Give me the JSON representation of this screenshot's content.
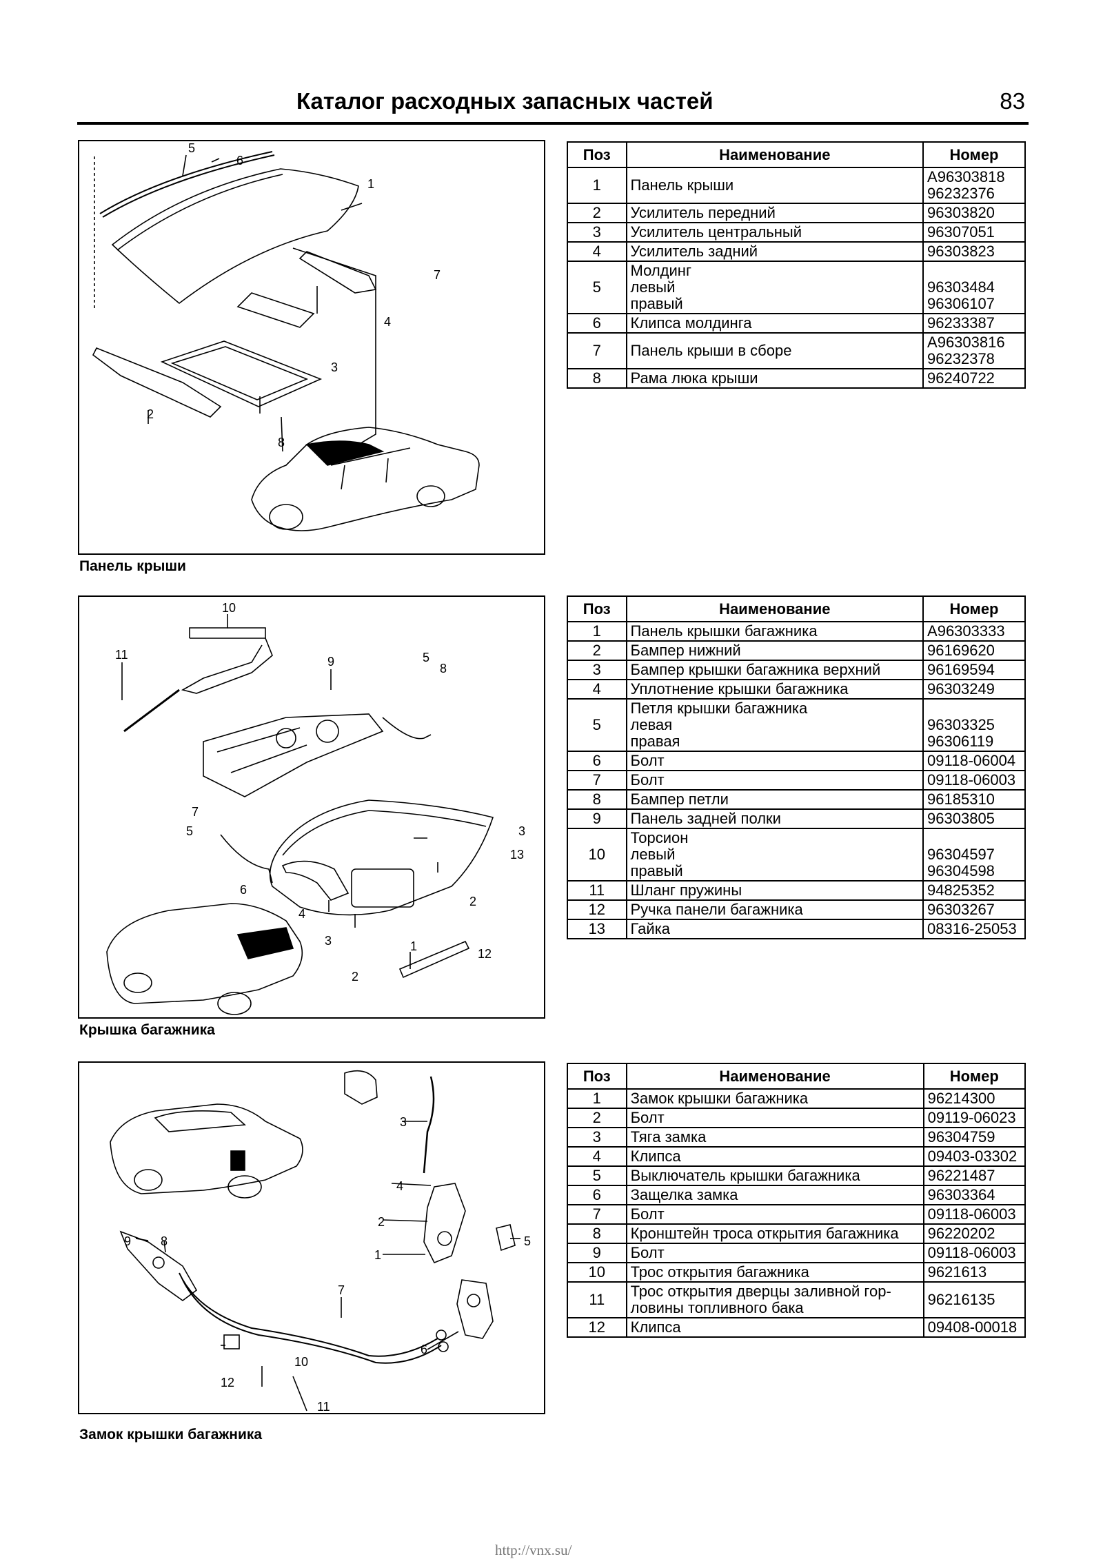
{
  "header": {
    "title": "Каталог расходных запасных частей",
    "page_number": "83"
  },
  "table_headers": {
    "pos": "Поз",
    "name": "Наименование",
    "number": "Номер"
  },
  "sections": [
    {
      "caption": "Панель крыши",
      "callouts": [
        "5",
        "6",
        "1",
        "7",
        "4",
        "3",
        "2",
        "8"
      ],
      "rows": [
        {
          "pos": "1",
          "name": "Панель крыши",
          "number": "A96303818\n96232376"
        },
        {
          "pos": "2",
          "name": "Усилитель передний",
          "number": "96303820"
        },
        {
          "pos": "3",
          "name": "Усилитель центральный",
          "number": "96307051"
        },
        {
          "pos": "4",
          "name": "Усилитель задний",
          "number": "96303823"
        },
        {
          "pos": "5",
          "name": "Молдинг\n   левый\n   правый",
          "number": "\n96303484\n96306107"
        },
        {
          "pos": "6",
          "name": "Клипса молдинга",
          "number": "96233387"
        },
        {
          "pos": "7",
          "name": "Панель крыши в сборе",
          "number": "A96303816\n96232378"
        },
        {
          "pos": "8",
          "name": "Рама люка крыши",
          "number": "96240722"
        }
      ]
    },
    {
      "caption": "Крышка багажника",
      "callouts": [
        "10",
        "11",
        "9",
        "5",
        "8",
        "7",
        "5",
        "3",
        "13",
        "6",
        "4",
        "2",
        "3",
        "1",
        "2",
        "12"
      ],
      "rows": [
        {
          "pos": "1",
          "name": "Панель крышки багажника",
          "number": "A96303333"
        },
        {
          "pos": "2",
          "name": "Бампер нижний",
          "number": "96169620"
        },
        {
          "pos": "3",
          "name": "Бампер крышки багажника верхний",
          "number": "96169594"
        },
        {
          "pos": "4",
          "name": "Уплотнение крышки багажника",
          "number": "96303249"
        },
        {
          "pos": "5",
          "name": "Петля крышки багажника\n   левая\n   правая",
          "number": "\n96303325\n96306119"
        },
        {
          "pos": "6",
          "name": "Болт",
          "number": "09118-06004"
        },
        {
          "pos": "7",
          "name": "Болт",
          "number": "09118-06003"
        },
        {
          "pos": "8",
          "name": "Бампер петли",
          "number": "96185310"
        },
        {
          "pos": "9",
          "name": "Панель задней полки",
          "number": "96303805"
        },
        {
          "pos": "10",
          "name": "Торсион\n   левый\n   правый",
          "number": "\n96304597\n96304598"
        },
        {
          "pos": "11",
          "name": "Шланг пружины",
          "number": "94825352"
        },
        {
          "pos": "12",
          "name": "Ручка панели багажника",
          "number": "96303267"
        },
        {
          "pos": "13",
          "name": "Гайка",
          "number": "08316-25053"
        }
      ]
    },
    {
      "caption": "Замок крышки багажника",
      "callouts": [
        "3",
        "4",
        "2",
        "5",
        "1",
        "9",
        "8",
        "7",
        "6",
        "10",
        "12",
        "11"
      ],
      "rows": [
        {
          "pos": "1",
          "name": "Замок крышки багажника",
          "number": "96214300"
        },
        {
          "pos": "2",
          "name": "Болт",
          "number": "09119-06023"
        },
        {
          "pos": "3",
          "name": "Тяга замка",
          "number": "96304759"
        },
        {
          "pos": "4",
          "name": "Клипса",
          "number": "09403-03302"
        },
        {
          "pos": "5",
          "name": "Выключатель крышки багажника",
          "number": "96221487"
        },
        {
          "pos": "6",
          "name": "Защелка замка",
          "number": "96303364"
        },
        {
          "pos": "7",
          "name": "Болт",
          "number": "09118-06003"
        },
        {
          "pos": "8",
          "name": "Кронштейн троса открытия багажника",
          "number": "96220202"
        },
        {
          "pos": "9",
          "name": "Болт",
          "number": "09118-06003"
        },
        {
          "pos": "10",
          "name": "Трос открытия багажника",
          "number": "9621613"
        },
        {
          "pos": "11",
          "name": "Трос открытия дверцы заливной гор-\nловины топливного бака",
          "number": "96216135"
        },
        {
          "pos": "12",
          "name": "Клипса",
          "number": "09408-00018"
        }
      ]
    }
  ],
  "footer": {
    "url": "http://vnx.su/"
  }
}
